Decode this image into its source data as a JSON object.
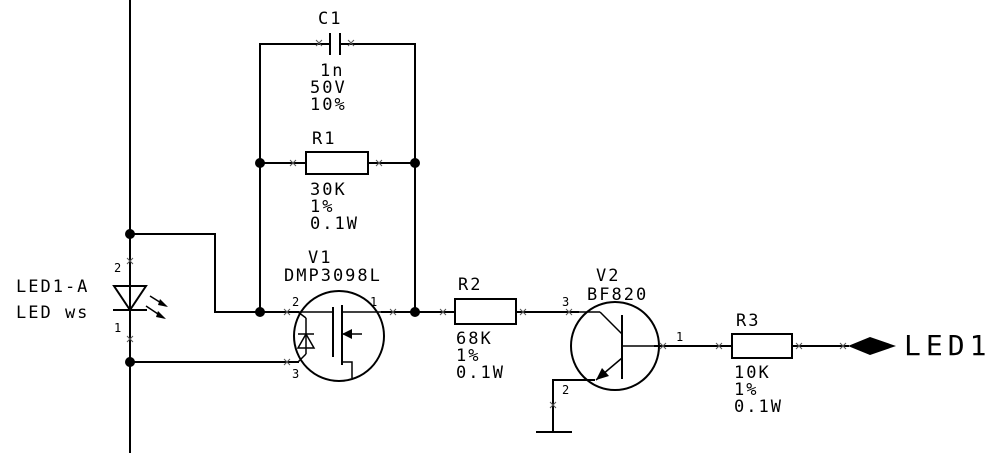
{
  "components": {
    "c1": {
      "ref": "C1",
      "value": "1n",
      "voltage": "50V",
      "tolerance": "10%"
    },
    "r1": {
      "ref": "R1",
      "value": "30K",
      "tolerance": "1%",
      "power": "0.1W"
    },
    "r2": {
      "ref": "R2",
      "value": "68K",
      "tolerance": "1%",
      "power": "0.1W"
    },
    "r3": {
      "ref": "R3",
      "value": "10K",
      "tolerance": "1%",
      "power": "0.1W"
    },
    "v1": {
      "ref": "V1",
      "part": "DMP3098L",
      "pins": [
        "2",
        "1",
        "3"
      ]
    },
    "v2": {
      "ref": "V2",
      "part": "BF820",
      "pins": [
        "3",
        "1",
        "2"
      ]
    },
    "led": {
      "ref": "LED1-A",
      "value": "LED ws",
      "pins": [
        "2",
        "1"
      ]
    }
  },
  "net_label": "LED1"
}
